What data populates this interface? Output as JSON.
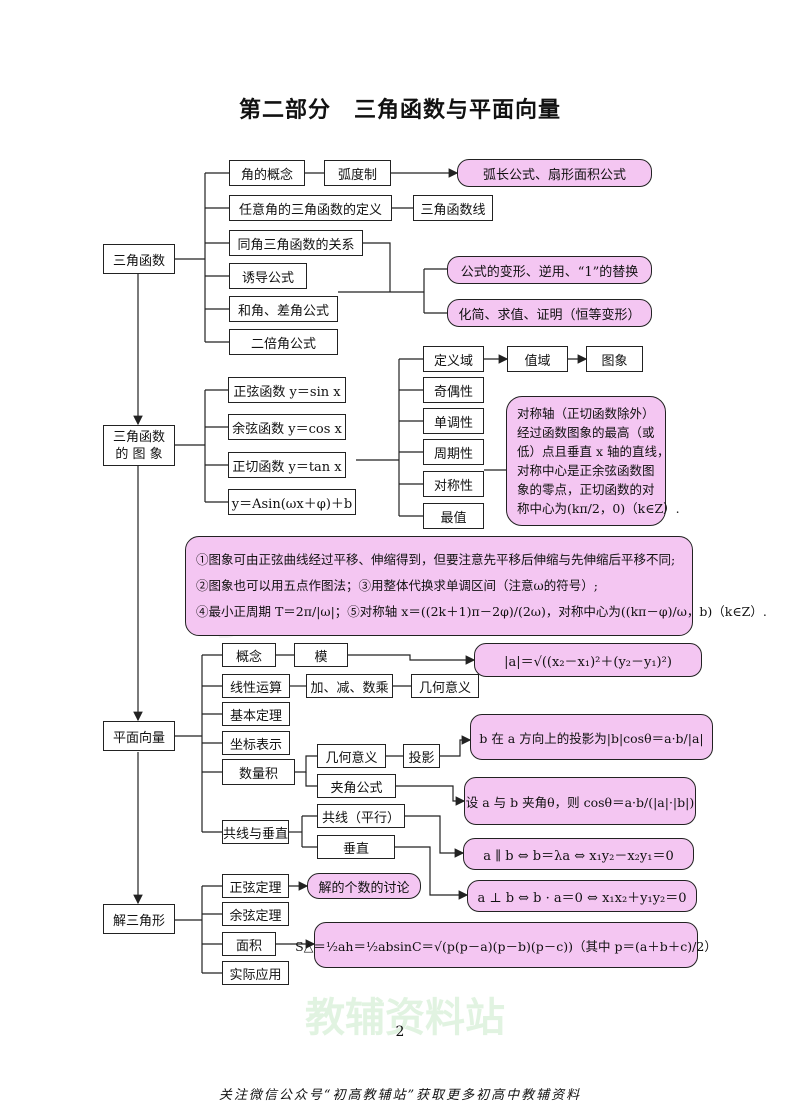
{
  "title": "第二部分　三角函数与平面向量",
  "n": {
    "sjhs": "三角函数",
    "jdgn": "角的概念",
    "hdz": "弧度制",
    "hcgs": "弧长公式、扇形面积公式",
    "ryj": "任意角的三角函数的定义",
    "sjhsx": "三角函数线",
    "tjgx": "同角三角函数的关系",
    "ydgs": "诱导公式",
    "hjcj": "和角、差角公式",
    "ebj": "二倍角公式",
    "bx": "公式的变形、逆用、“1”的替换",
    "hj": "化简、求值、证明（恒等变形）",
    "tx1": "三角函数",
    "tx2": "的 图 象",
    "zx": "正弦函数 y＝sin x",
    "yx": "余弦函数 y＝cos x",
    "zq": "正切函数 y＝tan x",
    "ya": "y＝Asin(ωx＋φ)＋b",
    "dyy": "定义域",
    "zy": "值域",
    "tx": "图象",
    "jox": "奇偶性",
    "ddx": "单调性",
    "zqx": "周期性",
    "dcx": "对称性",
    "zz": "最值",
    "dcz1": "对称轴（正切函数除外）",
    "dcz2": "经过函数图象的最高（或",
    "dcz3": "低）点且垂直 x 轴的直线，",
    "dcz4": "对称中心是正余弦函数图",
    "dcz5": "象的零点，正切函数的对",
    "dcz6": "称中心为(kπ/2，0)（k∈Z）.",
    "big1": "①图象可由正弦曲线经过平移、伸缩得到，但要注意先平移后伸缩与先伸缩后平移不同;",
    "big2": "②图象也可以用五点作图法；③用整体代换求单调区间（注意ω的符号）;",
    "big3": "④最小正周期 T＝2π/|ω|；⑤对称轴 x＝((2k＋1)π－2φ)/(2ω)，对称中心为((kπ－φ)/ω，b)（k∈Z）.",
    "pmxl": "平面向量",
    "gn": "概念",
    "mo": "模",
    "momula": "|a|＝√((x₂－x₁)²＋(y₂－y₁)²)",
    "xxys": "线性运算",
    "jjsc": "加、减、数乘",
    "jhyy": "几何意义",
    "jbdl": "基本定理",
    "zbbs": "坐标表示",
    "slj": "数量积",
    "jhyy2": "几何意义",
    "ty": "投影",
    "tyf": "b 在 a 方向上的投影为|b|cosθ＝a·b/|a|",
    "jjgs": "夹角公式",
    "jjf": "设 a 与 b 夹角θ，则 cosθ＝a·b/(|a|·|b|)",
    "gxcz": "共线与垂直",
    "gxpx": "共线（平行）",
    "cz": "垂直",
    "pxf": "a ∥ b ⇔ b＝λa  ⇔ x₁y₂－x₂y₁＝0",
    "czf": "a ⊥ b ⇔ b · a＝0 ⇔ x₁x₂＋y₁y₂＝0",
    "jsjx": "解三角形",
    "zxdl": "正弦定理",
    "jgs": "解的个数的讨论",
    "yxdl": "余弦定理",
    "mj": "面积",
    "sjyy": "实际应用",
    "mjf": "S△＝½ah＝½absinC＝√(p(p－a)(p－b)(p－c))（其中 p＝(a＋b＋c)/2）"
  },
  "page_number": "2",
  "footer": "关注微信公众号“初高教辅站”获取更多初高中教辅资料",
  "watermark": "教辅资料站",
  "colors": {
    "pink": "#f4c6f2",
    "line": "#222222"
  }
}
